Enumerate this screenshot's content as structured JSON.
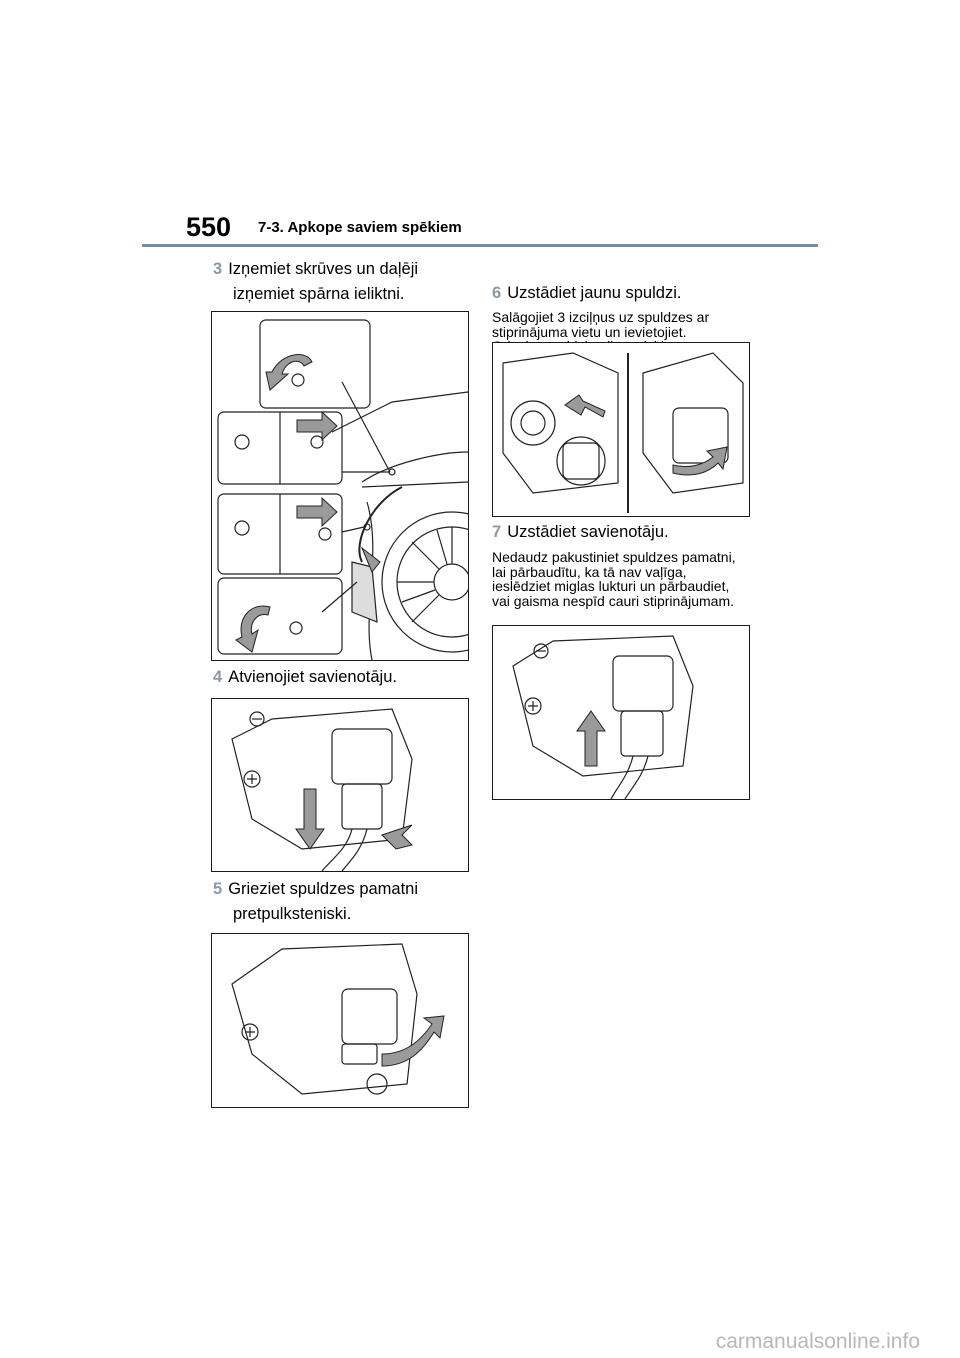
{
  "header": {
    "page_number": "550",
    "section_title": "7-3. Apkope saviem spēkiem"
  },
  "steps": [
    {
      "num": "3",
      "line1": "Izņemiet skrūves un daļēji",
      "line2": "izņemiet spārna ieliktni."
    },
    {
      "num": "4",
      "line1": "Atvienojiet savienotāju."
    },
    {
      "num": "5",
      "line1": "Grieziet spuldzes pamatni",
      "line2": "pretpulksteniski."
    },
    {
      "num": "6",
      "line1": "Uzstādiet jaunu spuldzi.",
      "note": [
        "Salāgojiet 3 izciļņus uz spuldzes ar",
        "stiprinājuma vietu un ievietojiet.",
        "Grieziet spuldzi pulksteniski"
      ]
    },
    {
      "num": "7",
      "line1": "Uzstādiet savienotāju.",
      "note": [
        "Nedaudz pakustiniet spuldzes pamatni,",
        "lai pārbaudītu, ka tā nav vaļīga,",
        "ieslēdziet miglas lukturi un pārbaudiet,",
        "vai gaisma nespīd cauri stiprinājumam."
      ]
    }
  ],
  "watermark": "carmanualsonline.info",
  "colors": {
    "step_number": "#8a9aa8",
    "rule": "#6f8fa0",
    "arrow_fill": "#9a9a9a"
  }
}
